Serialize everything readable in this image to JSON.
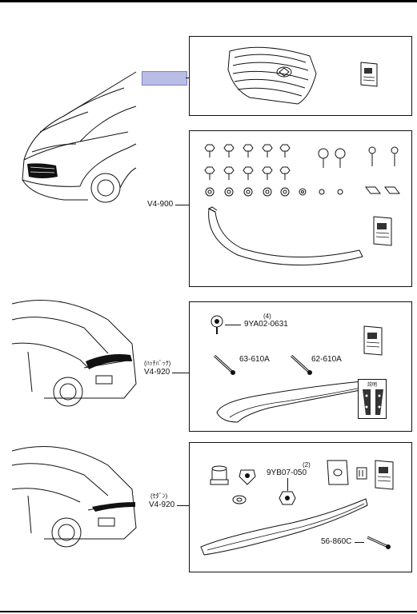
{
  "section2": {
    "part_no": "V4-900"
  },
  "section3": {
    "part_no": "V4-920",
    "variant": "(ﾊｯﾁﾊﾞｯｸ)",
    "bolt_code": "9YA02-0631",
    "bolt_qty": "(4)",
    "pin_a": "63-610A",
    "pin_b": "62-610A",
    "sheet_label": "説明"
  },
  "section4": {
    "part_no": "V4-920",
    "variant": "(ｾﾀﾞﾝ)",
    "nut_code": "9YB07-050",
    "nut_qty": "(2)",
    "pin": "56-860C"
  },
  "colors": {
    "highlight": "#b9bde6",
    "line": "#111111"
  }
}
